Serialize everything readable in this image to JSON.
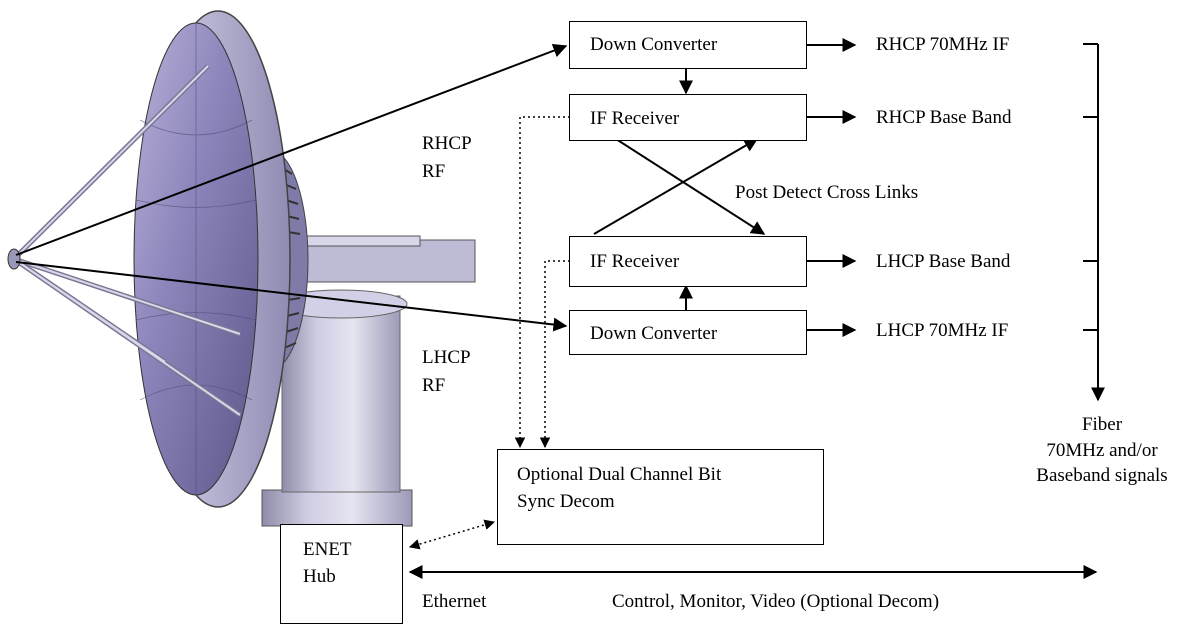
{
  "blocks": {
    "down_converter_top": "Down Converter",
    "if_receiver_top": "IF Receiver",
    "if_receiver_bottom": "IF Receiver",
    "down_converter_bottom": "Down Converter",
    "bit_sync": "Optional Dual Channel Bit\nSync Decom",
    "enet_hub": "ENET\nHub"
  },
  "outputs": {
    "rhcp_if": "RHCP 70MHz IF",
    "rhcp_bb": "RHCP Base Band",
    "lhcp_bb": "LHCP Base Band",
    "lhcp_if": "LHCP 70MHz IF"
  },
  "labels": {
    "rhcp_rf": "RHCP\nRF",
    "lhcp_rf": "LHCP\nRF",
    "cross_links": "Post Detect Cross Links",
    "fiber": "Fiber\n70MHz and/or\nBaseband signals",
    "ethernet": "Ethernet",
    "control": "Control, Monitor, Video (Optional Decom)"
  }
}
